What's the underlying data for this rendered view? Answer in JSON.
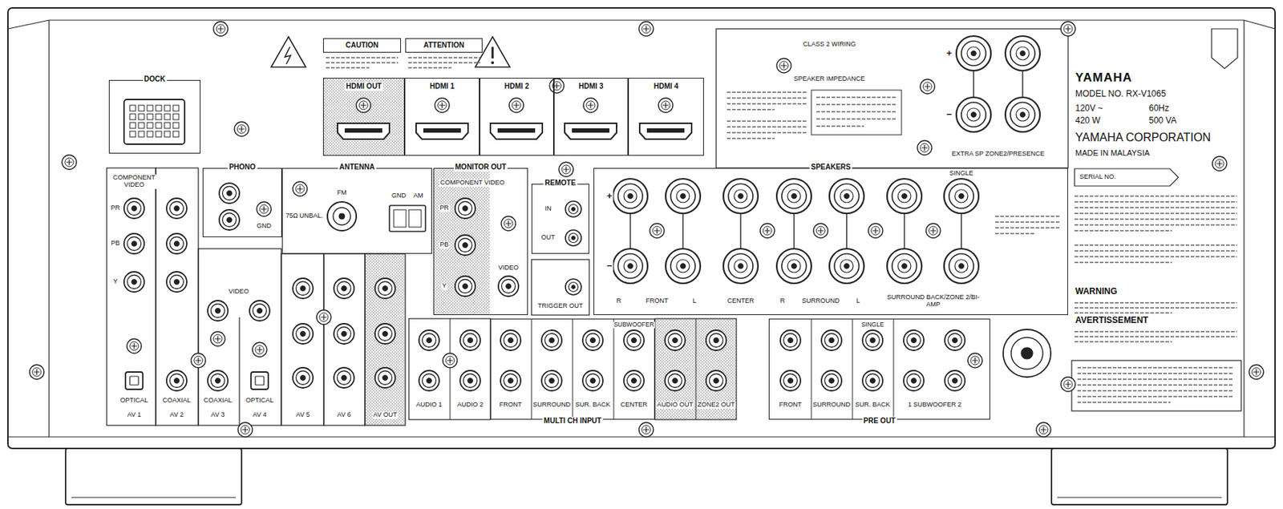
{
  "diagram": {
    "nodes": [
      {
        "text": [
          "DOCK"
        ]
      },
      {
        "text": [
          "HDMI OUT"
        ]
      },
      {
        "text": [
          "HDMI 1"
        ]
      },
      {
        "text": [
          "HDMI 2"
        ]
      },
      {
        "text": [
          "HDMI 3"
        ]
      },
      {
        "text": [
          "HDMI 4"
        ]
      },
      {
        "text": [
          "PHONO"
        ]
      },
      {
        "text": [
          "ANTENNA"
        ]
      },
      {
        "text": [
          "MONITOR OUT"
        ]
      },
      {
        "text": [
          "REMOTE"
        ]
      },
      {
        "text": [
          "SPEAKERS"
        ]
      },
      {
        "text": [
          "MULTI CH INPUT"
        ]
      },
      {
        "text": [
          "PRE OUT"
        ]
      },
      {
        "text": [
          "CAUTION"
        ]
      },
      {
        "text": [
          "ATTENTION"
        ]
      }
    ],
    "labels": [
      "COMPONENT VIDEO",
      "PR",
      "PB",
      "Y",
      "VIDEO",
      "OPTICAL",
      "COAXIAL",
      "COAXIAL",
      "OPTICAL",
      "AV 1",
      "AV 2",
      "AV 3",
      "AV 4",
      "AV 5",
      "AV 6",
      "AV OUT",
      "GND",
      "FM",
      "75Ω UNBAL.",
      "GND",
      "AM",
      "COMPONENT VIDEO",
      "PR",
      "PB",
      "Y",
      "VIDEO",
      "IN",
      "OUT",
      "TRIGGER OUT",
      "+",
      "−",
      "R",
      "FRONT",
      "L",
      "CENTER",
      "R",
      "SURROUND",
      "L",
      "SURROUND BACK/ZONE 2/BI-AMP",
      "SINGLE",
      "CLASS 2 WIRING",
      "SPEAKER IMPEDANCE",
      "+",
      "−",
      "EXTRA SP ZONE2/PRESENCE",
      "AUDIO 1",
      "AUDIO 2",
      "FRONT",
      "SURROUND",
      "SUR. BACK",
      "CENTER",
      "SUBWOOFER",
      "AUDIO OUT",
      "ZONE2 OUT",
      "FRONT",
      "SURROUND",
      "SUR. BACK",
      "1 SUBWOOFER 2",
      "SINGLE",
      "YAMAHA",
      "MODEL NO. RX-V1065",
      "120V ~",
      "60Hz",
      "420 W",
      "500 VA",
      "YAMAHA CORPORATION",
      "MADE IN MALAYSIA",
      "SERIAL NO.",
      "WARNING",
      "AVERTISSEMENT"
    ]
  }
}
